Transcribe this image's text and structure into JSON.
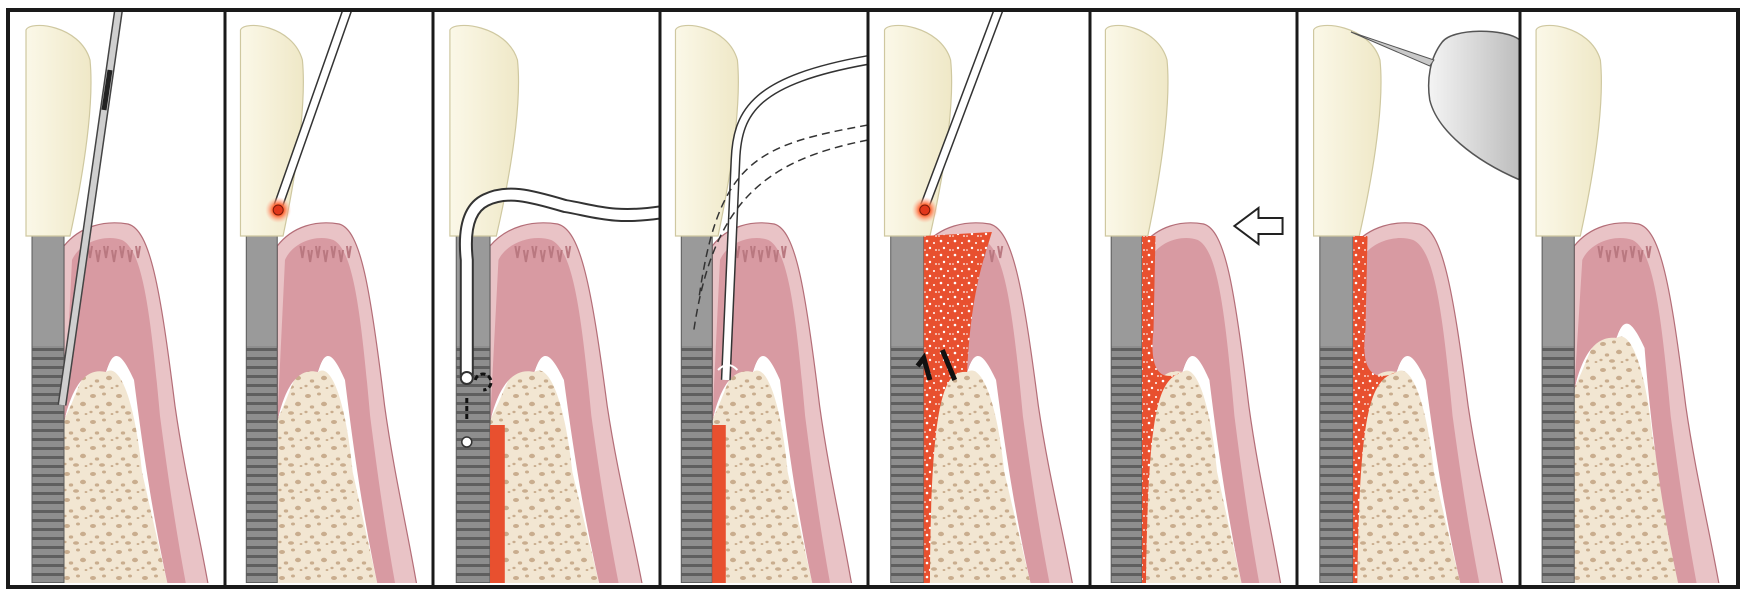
{
  "figure": {
    "panel_count": 8,
    "steps": [
      {
        "id": "probing",
        "tool": "periodontal-probe"
      },
      {
        "id": "laser-decontamination",
        "tool": "laser-fiber"
      },
      {
        "id": "ultrasonic-debridement",
        "tool": "ultrasonic-tip"
      },
      {
        "id": "laser-bone-decortication",
        "tool": "laser-fiber"
      },
      {
        "id": "laser-clot-formation",
        "tool": "laser-fiber"
      },
      {
        "id": "tissue-compression",
        "tool": "compression-arrow"
      },
      {
        "id": "occlusal-adjustment",
        "tool": "handpiece-bur"
      },
      {
        "id": "healed",
        "tool": "none"
      }
    ],
    "colors": {
      "background": "#ffffff",
      "frame": "#1a1a1a",
      "crown": "#f7f3dc",
      "gingiva": "#d89aa2",
      "gingiva_outer": "#e9c3c6",
      "bone": "#f2e6d2",
      "bone_speckle": "#c9ad8e",
      "implant": "#8e8e8e",
      "clot": "#e8502f",
      "laser_tip": "#ff6a3a"
    }
  }
}
